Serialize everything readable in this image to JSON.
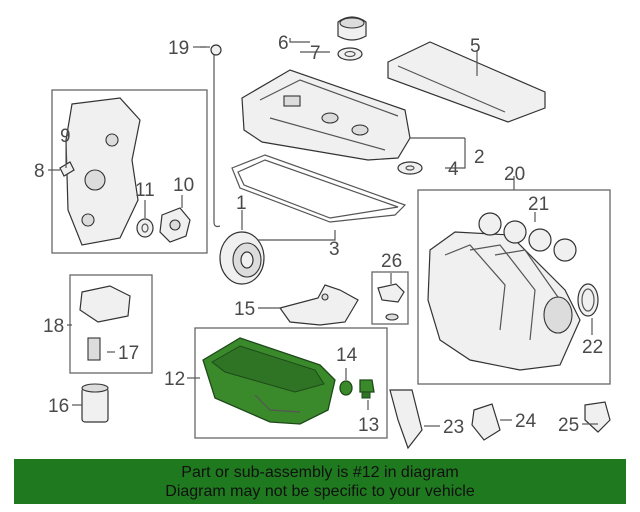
{
  "callouts": {
    "c1": "1",
    "c2": "2",
    "c3": "3",
    "c4": "4",
    "c5": "5",
    "c6": "6",
    "c7": "7",
    "c8": "8",
    "c9": "9",
    "c10": "10",
    "c11": "11",
    "c12": "12",
    "c13": "13",
    "c14": "14",
    "c15": "15",
    "c16": "16",
    "c17": "17",
    "c18": "18",
    "c19": "19",
    "c20": "20",
    "c21": "21",
    "c22": "22",
    "c23": "23",
    "c24": "24",
    "c25": "25",
    "c26": "26"
  },
  "highlight_color": "#3a8a2c",
  "banner": {
    "line1": "Part or sub-assembly is #12 in diagram",
    "line2": "Diagram may not be specific to your vehicle",
    "background": "#1f7a1f"
  }
}
